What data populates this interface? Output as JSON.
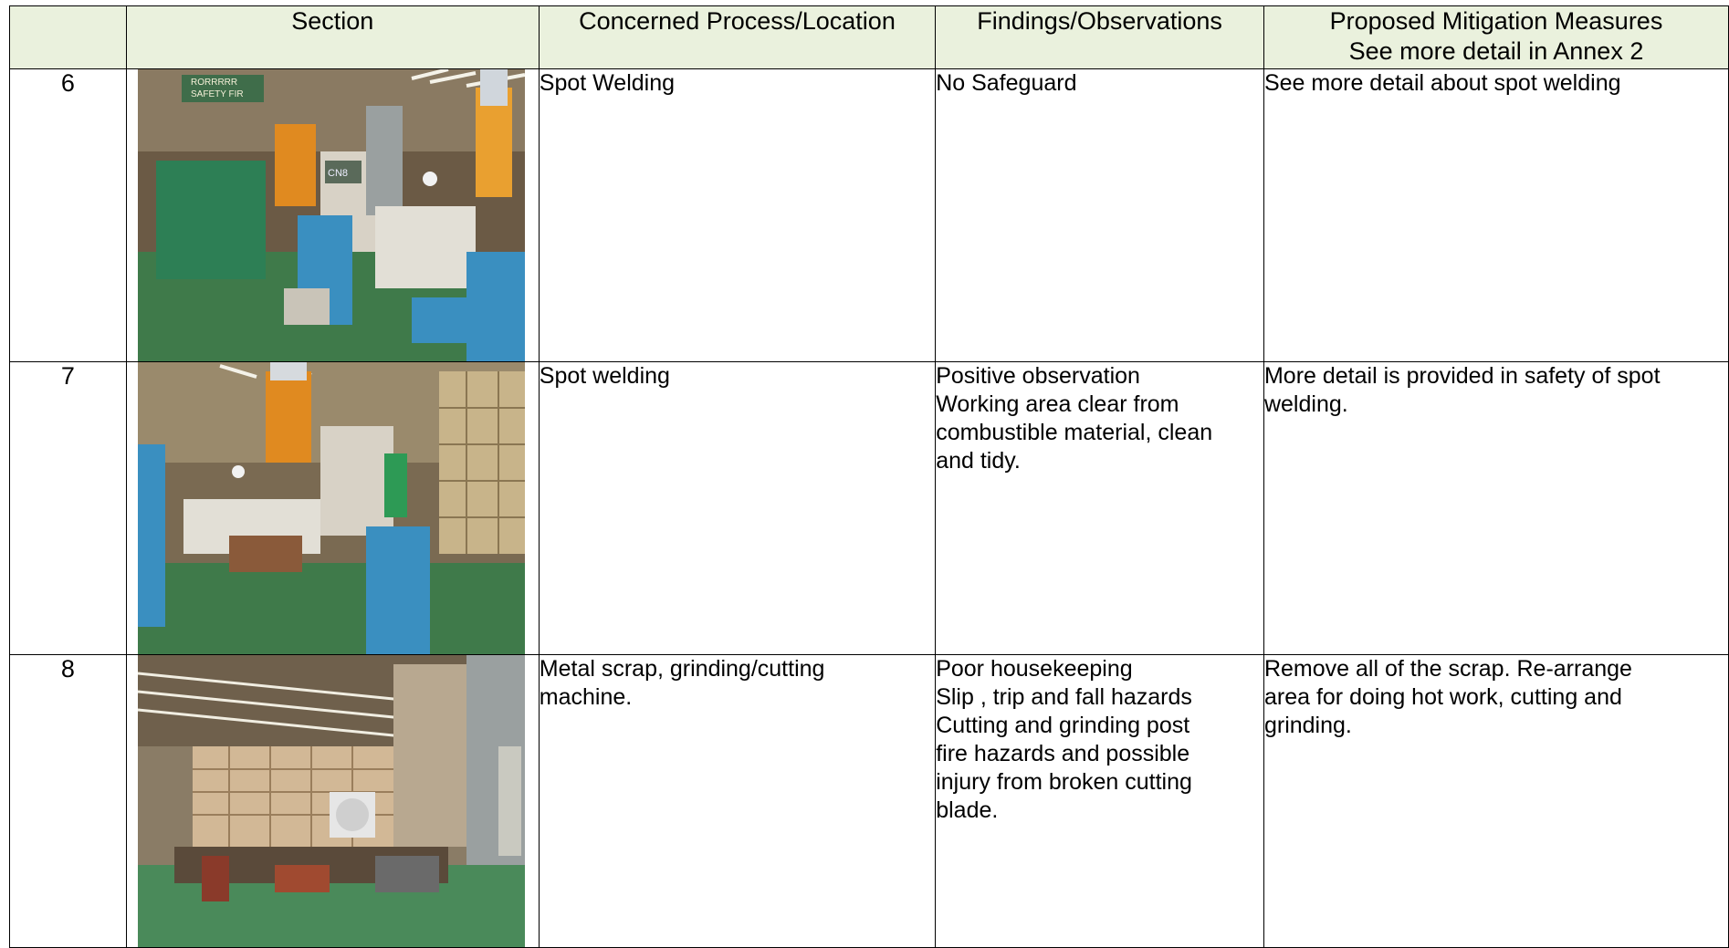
{
  "table": {
    "headers": {
      "number": "",
      "section": "Section",
      "process": "Concerned Process/Location",
      "findings": "Findings/Observations",
      "mitigation": [
        "Proposed Mitigation Measures",
        "See more detail in Annex 2"
      ]
    },
    "rows": [
      {
        "number": "6",
        "photo_icon": "spot-welding-machine-photo",
        "process": [
          "Spot Welding"
        ],
        "findings": [
          "No Safeguard"
        ],
        "mitigation": [
          "See more detail about spot welding"
        ]
      },
      {
        "number": "7",
        "photo_icon": "spot-welding-area-photo",
        "process": [
          "Spot welding"
        ],
        "findings": [
          "Positive observation",
          "Working area clear from",
          "combustible material, clean",
          "and tidy."
        ],
        "mitigation": [
          "More detail is provided in safety of spot",
          "welding."
        ]
      },
      {
        "number": "8",
        "photo_icon": "metal-scrap-workshop-photo",
        "process": [
          "Metal scrap, grinding/cutting",
          "machine."
        ],
        "findings": [
          "Poor housekeeping",
          "Slip , trip and fall hazards",
          "Cutting and grinding post",
          "fire hazards and possible",
          "injury from broken cutting",
          "blade."
        ],
        "mitigation": [
          "Remove all of the scrap. Re-arrange",
          "area for doing hot work, cutting and",
          "grinding."
        ]
      }
    ]
  },
  "photo_signage": [
    "RORRRRR",
    "SAFETY FIR",
    "CN8"
  ],
  "colors": {
    "header_bg": "#eaf1dd",
    "floor_green": "#3f7a4a",
    "machine_blue": "#3a8fc0",
    "machine_orange": "#e08a20"
  }
}
